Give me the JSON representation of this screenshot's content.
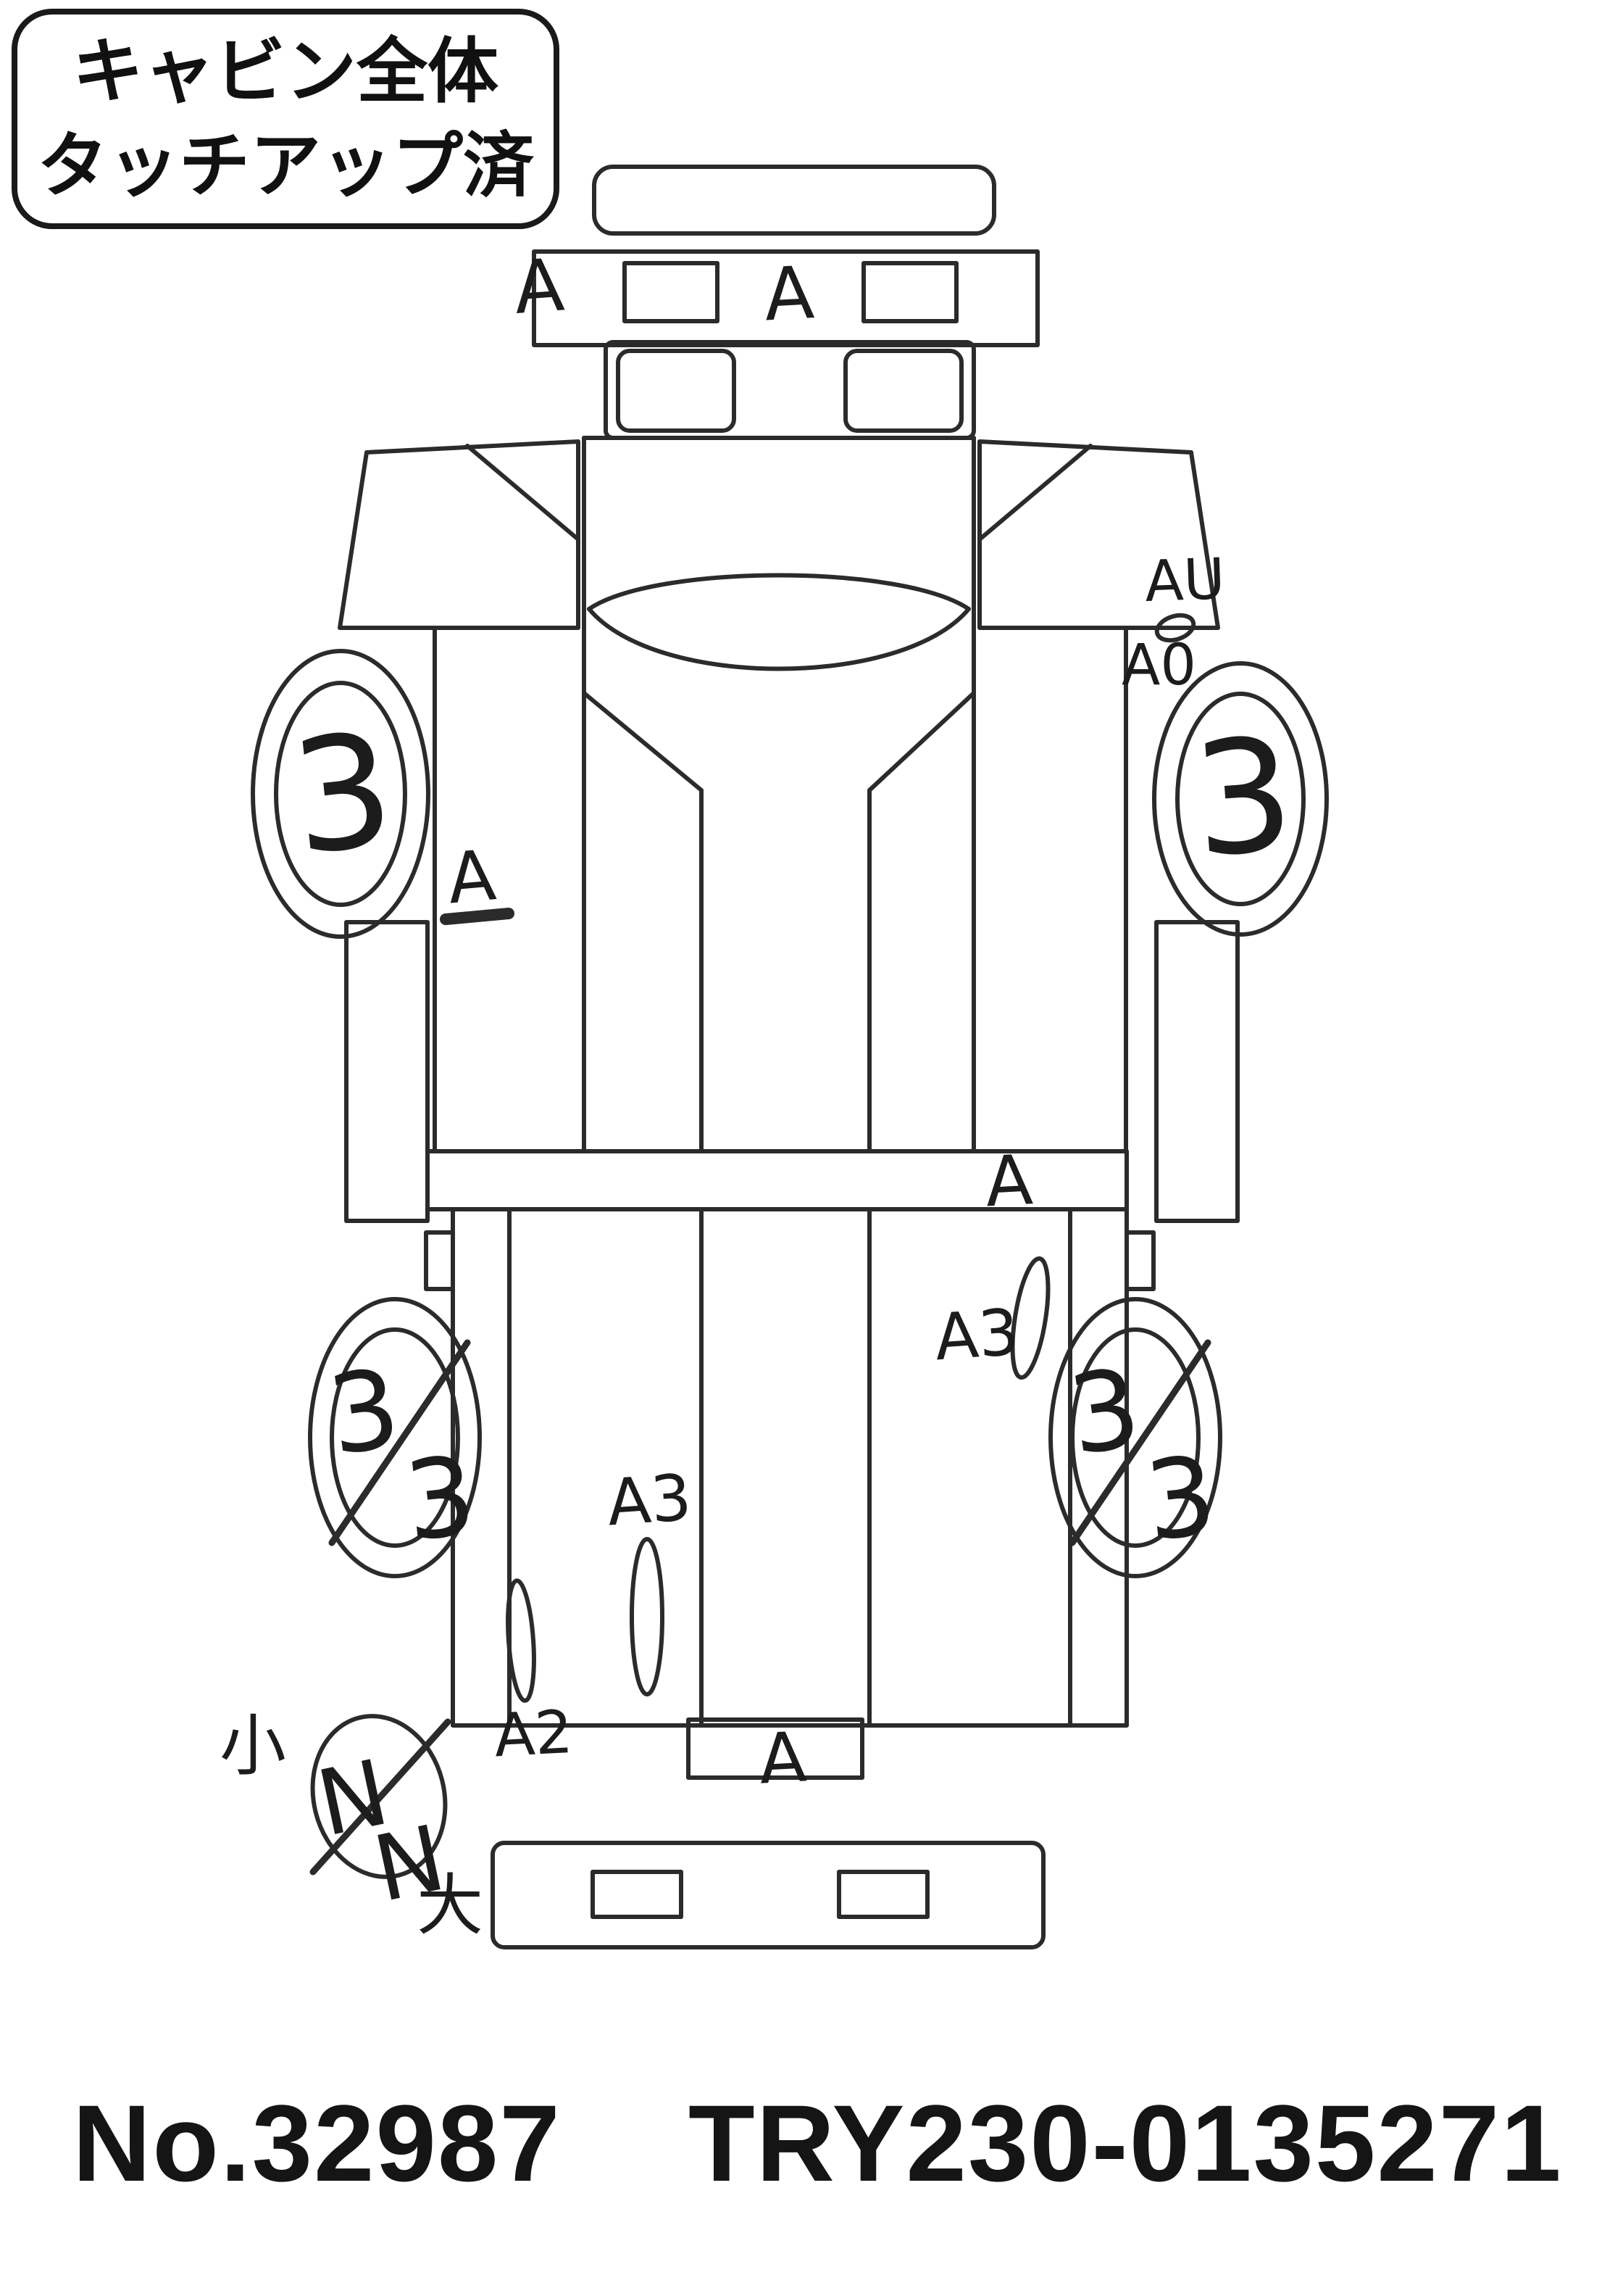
{
  "note_box": {
    "line1": "キャビン全体",
    "line2": "タッチアップ済"
  },
  "footer": {
    "number": "No.32987",
    "code": "TRY230-0135271"
  },
  "marks": {
    "front_panel_left": "A",
    "front_panel_center": "A",
    "side_right_upper": "AU",
    "side_right_lower": "A0",
    "front_wheel_left": "3",
    "front_wheel_right": "3",
    "door_left": "A",
    "bed_front_right": "A",
    "bed_right_a3": "A3",
    "bed_center_a3": "A3",
    "bed_left_a2": "A2",
    "rear_wheel_left_1": "3",
    "rear_wheel_left_2": "3",
    "rear_wheel_right_1": "3",
    "rear_wheel_right_2": "3",
    "rear_center": "A",
    "spare_small": "小",
    "spare_n1": "N",
    "spare_n2": "N",
    "spare_large": "大"
  },
  "colors": {
    "ink": "#2b2b2b",
    "paper": "#ffffff"
  }
}
